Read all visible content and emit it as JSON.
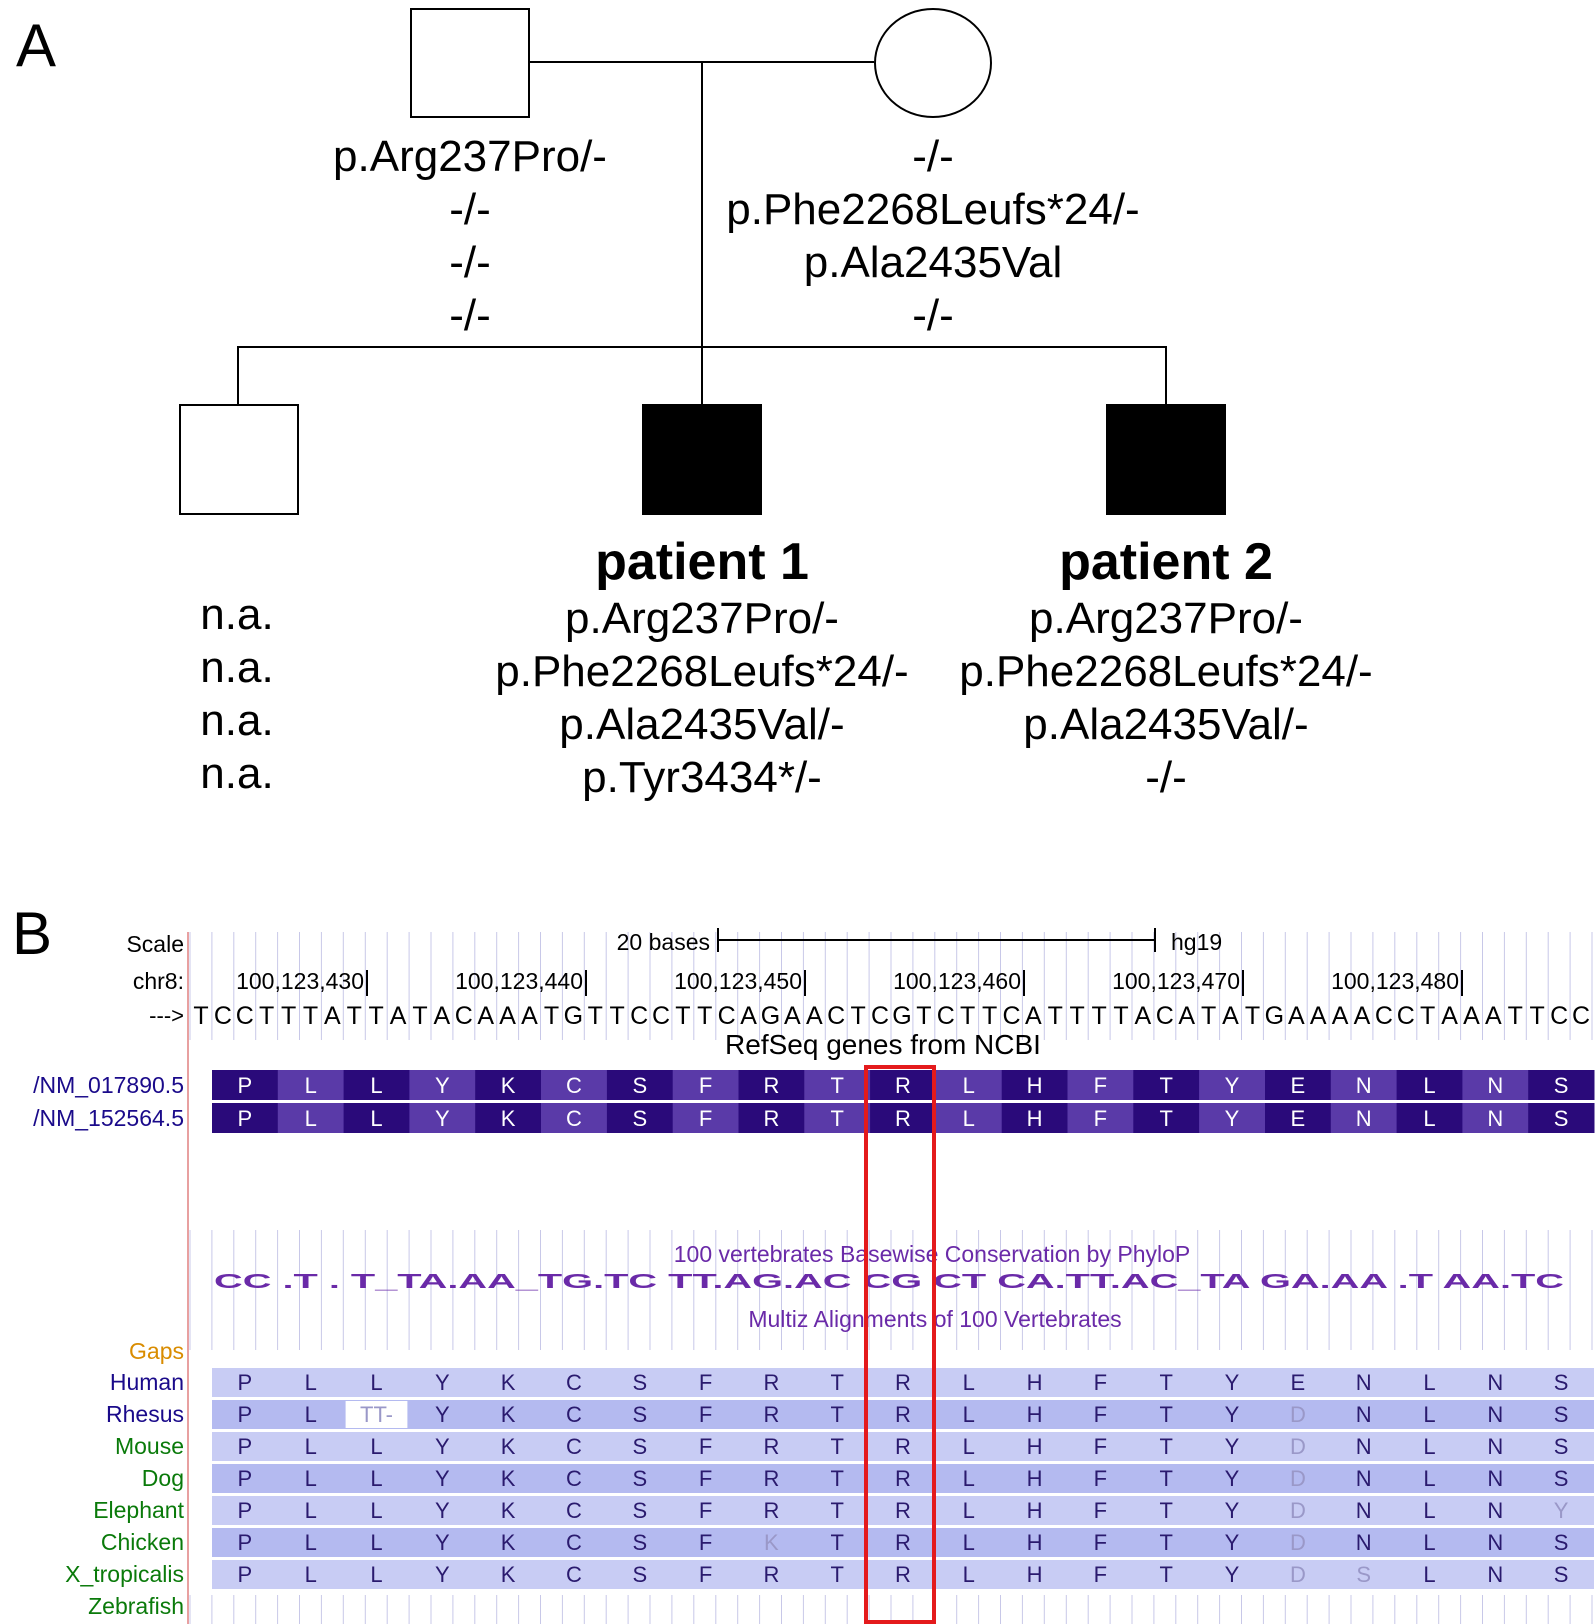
{
  "panel_a": {
    "letter": "A",
    "father_genotypes": [
      "p.Arg237Pro/-",
      "-/-",
      "-/-",
      "-/-"
    ],
    "mother_genotypes": [
      "-/-",
      "p.Phe2268Leufs*24/-",
      "p.Ala2435Val",
      "-/-"
    ],
    "sibling_genotypes": [
      "n.a.",
      "n.a.",
      "n.a.",
      "n.a."
    ],
    "patient1": {
      "label": "patient 1",
      "genotypes": [
        "p.Arg237Pro/-",
        "p.Phe2268Leufs*24/-",
        "p.Ala2435Val/-",
        "p.Tyr3434*/-"
      ]
    },
    "patient2": {
      "label": "patient 2",
      "genotypes": [
        "p.Arg237Pro/-",
        "p.Phe2268Leufs*24/-",
        "p.Ala2435Val/-",
        "-/-"
      ]
    }
  },
  "panel_b": {
    "letter": "B",
    "scale_label": "Scale",
    "scale_bar_label": "20 bases",
    "assembly": "hg19",
    "chrom_label": "chr8:",
    "positions": [
      "100,123,430",
      "100,123,440",
      "100,123,450",
      "100,123,460",
      "100,123,470",
      "100,123,480"
    ],
    "strand_arrow": "--->",
    "dna_sequence": "TCCTTTATTATACAAATGTTCCTTCAGAACTCGTCTTCATTTTACATATGAAAACCTAAATTCC",
    "refseq_title": "RefSeq genes from NCBI",
    "transcripts": [
      {
        "name": "/NM_017890.5",
        "aa": [
          "P",
          "L",
          "L",
          "Y",
          "K",
          "C",
          "S",
          "F",
          "R",
          "T",
          "R",
          "L",
          "H",
          "F",
          "T",
          "Y",
          "E",
          "N",
          "L",
          "N",
          "S"
        ]
      },
      {
        "name": "/NM_152564.5",
        "aa": [
          "P",
          "L",
          "L",
          "Y",
          "K",
          "C",
          "S",
          "F",
          "R",
          "T",
          "R",
          "L",
          "H",
          "F",
          "T",
          "Y",
          "E",
          "N",
          "L",
          "N",
          "S"
        ]
      }
    ],
    "phylop_title": "100 vertebrates Basewise Conservation by PhyloP",
    "phylop_logo": "CC .T . T_TA.AA_TG.TC TT.AG.AC CG CT CA.TT.AC_TA GA.AA .T AA.TC",
    "multiz_title": "Multiz Alignments of 100 Vertebrates",
    "gaps_label": "Gaps",
    "species": [
      {
        "name": "Human",
        "aa": [
          "P",
          "L",
          "L",
          "Y",
          "K",
          "C",
          "S",
          "F",
          "R",
          "T",
          "R",
          "L",
          "H",
          "F",
          "T",
          "Y",
          "E",
          "N",
          "L",
          "N",
          "S"
        ]
      },
      {
        "name": "Rhesus",
        "aa": [
          "P",
          "L",
          "TT-",
          "Y",
          "K",
          "C",
          "S",
          "F",
          "R",
          "T",
          "R",
          "L",
          "H",
          "F",
          "T",
          "Y",
          "D",
          "N",
          "L",
          "N",
          "S"
        ]
      },
      {
        "name": "Mouse",
        "aa": [
          "P",
          "L",
          "L",
          "Y",
          "K",
          "C",
          "S",
          "F",
          "R",
          "T",
          "R",
          "L",
          "H",
          "F",
          "T",
          "Y",
          "D",
          "N",
          "L",
          "N",
          "S"
        ]
      },
      {
        "name": "Dog",
        "aa": [
          "P",
          "L",
          "L",
          "Y",
          "K",
          "C",
          "S",
          "F",
          "R",
          "T",
          "R",
          "L",
          "H",
          "F",
          "T",
          "Y",
          "D",
          "N",
          "L",
          "N",
          "S"
        ]
      },
      {
        "name": "Elephant",
        "aa": [
          "P",
          "L",
          "L",
          "Y",
          "K",
          "C",
          "S",
          "F",
          "R",
          "T",
          "R",
          "L",
          "H",
          "F",
          "T",
          "Y",
          "D",
          "N",
          "L",
          "N",
          "Y"
        ]
      },
      {
        "name": "Chicken",
        "aa": [
          "P",
          "L",
          "L",
          "Y",
          "K",
          "C",
          "S",
          "F",
          "K",
          "T",
          "R",
          "L",
          "H",
          "F",
          "T",
          "Y",
          "D",
          "N",
          "L",
          "N",
          "S"
        ]
      },
      {
        "name": "X_tropicalis",
        "aa": [
          "P",
          "L",
          "L",
          "Y",
          "K",
          "C",
          "S",
          "F",
          "R",
          "T",
          "R",
          "L",
          "H",
          "F",
          "T",
          "Y",
          "D",
          "S",
          "L",
          "N",
          "S"
        ]
      },
      {
        "name": "Zebrafish",
        "aa": []
      }
    ],
    "colors": {
      "transcript_dark": "#2a0a7a",
      "transcript_light": "#5a3aa8",
      "species_band": "#c8ccf4",
      "species_band_alt": "#b4baf0",
      "aa_text": "#2a1a6e",
      "mismatch_text": "#9a98c8",
      "highlight_box": "#e41a1c",
      "gaps_label": "#d98c00",
      "primate_label": "#1a0a8a",
      "mammal_label": "#0a7a0a",
      "title_purple": "#6a2aa8",
      "grid_line": "#c8c8e8"
    }
  }
}
